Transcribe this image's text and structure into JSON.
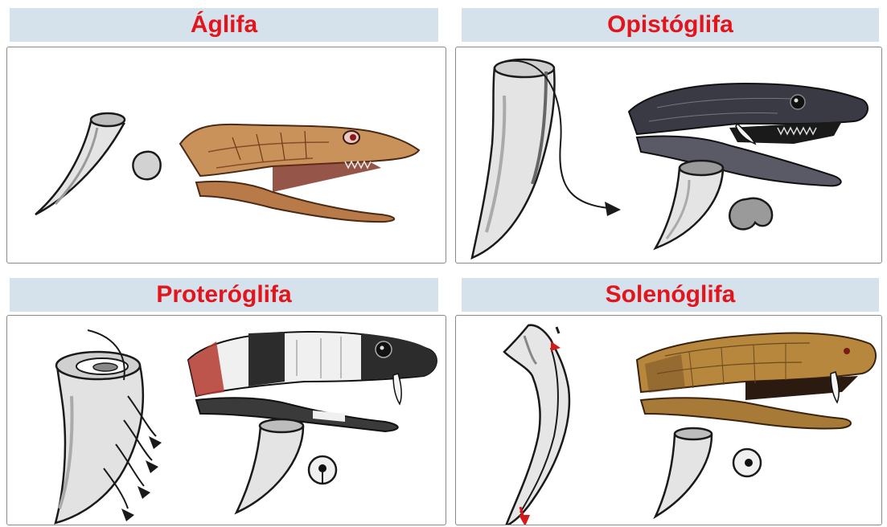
{
  "panels": [
    {
      "title": "Áglifa"
    },
    {
      "title": "Opistóglifa"
    },
    {
      "title": "Proteróglifa"
    },
    {
      "title": "Solenóglifa"
    }
  ],
  "colors": {
    "title_red": "#e2141c",
    "header_bg": "#d5e2ec",
    "panel_border": "#8a8a8a",
    "aglifa_snake": "#c8925a",
    "opistoglifa_snake": "#3a3a44",
    "proteroglifa_snake": "#2c2c2c",
    "solenoglifa_snake": "#b8873e"
  }
}
